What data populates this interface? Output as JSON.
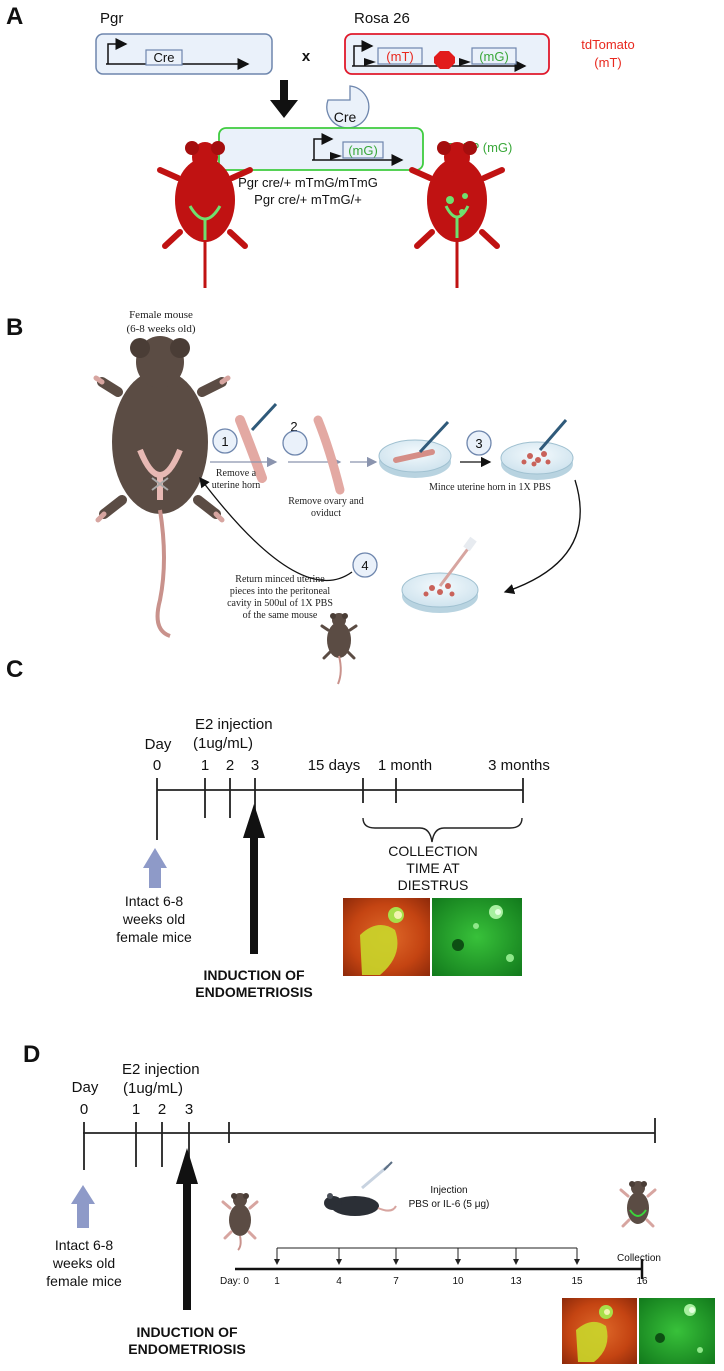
{
  "panels": {
    "A": {
      "label": "A",
      "pgr_box": {
        "title": "Pgr",
        "gene": "Cre"
      },
      "cross_symbol": "x",
      "rosa_box": {
        "title": "Rosa 26",
        "mt": "(mT)",
        "mg": "(mG)"
      },
      "tdtomato_label": [
        "tdTomato",
        "(mT)"
      ],
      "cre_protein": "Cre",
      "result_box": {
        "mg": "(mG)"
      },
      "egfp_label": "EGFP (mG)",
      "genotypes": [
        "Pgr cre/+ mTmG/mTmG",
        "Pgr cre/+ mTmG/+"
      ]
    },
    "B": {
      "label": "B",
      "mouse_label": [
        "Female mouse",
        "(6-8 weeks old)"
      ],
      "steps": [
        {
          "num": "1",
          "text": [
            "Remove a",
            "uterine horn"
          ]
        },
        {
          "num": "2",
          "text": [
            "Remove ovary and",
            "oviduct"
          ]
        },
        {
          "num": "3",
          "text": [
            "Mince uterine horn in 1X PBS"
          ]
        },
        {
          "num": "4",
          "text": [
            "Return minced uterine",
            "pieces into the peritoneal",
            "cavity in 500ul of 1X PBS",
            "of the same mouse"
          ]
        }
      ]
    },
    "C": {
      "label": "C",
      "e2_label": [
        "E2 injection",
        "(1ug/mL)"
      ],
      "day_label": "Day",
      "days": [
        "0",
        "1",
        "2",
        "3"
      ],
      "later_ticks": [
        "15 days",
        "1 month",
        "3 months"
      ],
      "collection_label": [
        "COLLECTION",
        "TIME AT",
        "DIESTRUS"
      ],
      "intact_label": [
        "Intact 6-8",
        "weeks old",
        "female mice"
      ],
      "induction_label": [
        "INDUCTION OF",
        "ENDOMETRIOSIS"
      ]
    },
    "D": {
      "label": "D",
      "e2_label": [
        "E2 injection",
        "(1ug/mL)"
      ],
      "day_label": "Day",
      "days": [
        "0",
        "1",
        "2",
        "3"
      ],
      "intact_label": [
        "Intact 6-8",
        "weeks old",
        "female mice"
      ],
      "induction_label": [
        "INDUCTION OF",
        "ENDOMETRIOSIS"
      ],
      "injection_label": [
        "Injection",
        "PBS or IL-6 (5 μg)"
      ],
      "collection_label": "Collection",
      "sub_day_prefix": "Day: 0",
      "sub_days": [
        "1",
        "4",
        "7",
        "10",
        "13",
        "15",
        "16"
      ]
    }
  },
  "colors": {
    "pgr_box_fill": "#eaf1fa",
    "pgr_box_stroke": "#6e86ad",
    "rosa_box_stroke": "#e0192b",
    "result_box_stroke": "#3fcc3f",
    "tdtomato": "#e8281e",
    "egfp": "#3aa83a",
    "mouse_red": "#c01212",
    "mouse_brown": "#5b4c44",
    "intact_arrow": "#8e9ac8",
    "timeline": "#222222"
  }
}
